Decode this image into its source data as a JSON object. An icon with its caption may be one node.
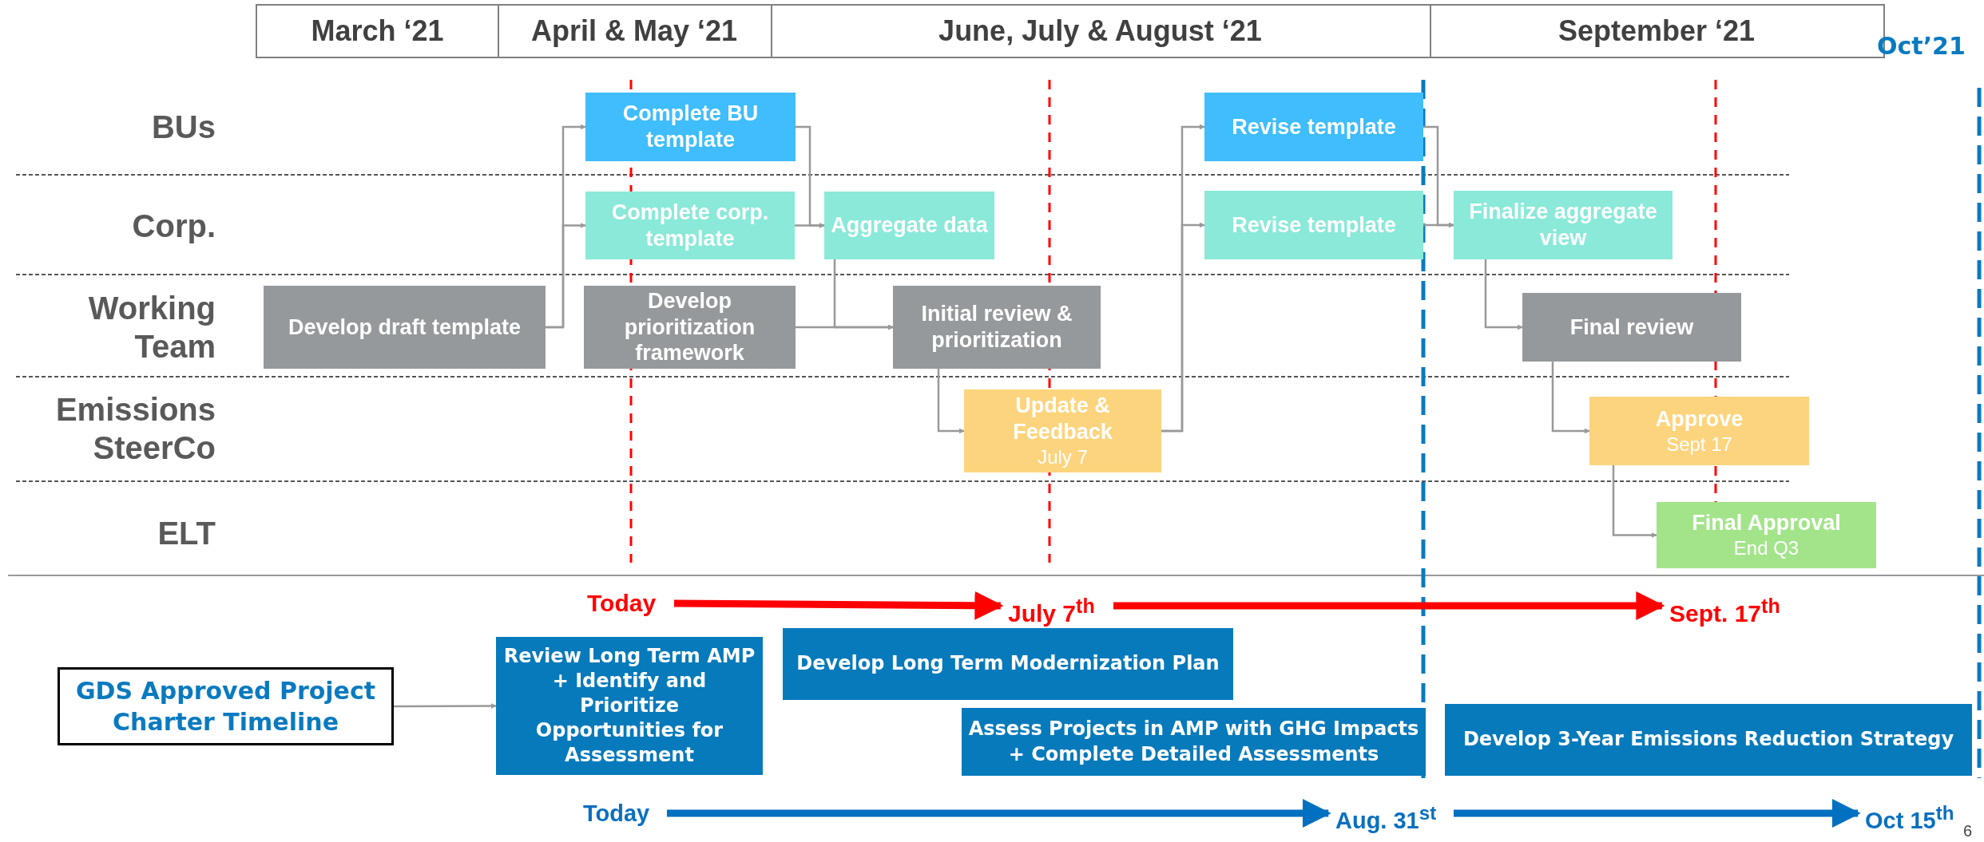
{
  "diagram": {
    "nodes": [
      {
        "text": [
          "Develop draft template"
        ]
      },
      {
        "text": [
          "Complete BU template"
        ]
      },
      {
        "text": [
          "Complete corp. template"
        ]
      },
      {
        "text": [
          "Develop prioritization framework"
        ]
      },
      {
        "text": [
          "Aggregate data"
        ]
      },
      {
        "text": [
          "Initial review & prioritization"
        ]
      },
      {
        "text": [
          "Update & Feedback",
          "July 7"
        ]
      },
      {
        "text": [
          "Revise template"
        ]
      },
      {
        "text": [
          "Revise template"
        ]
      },
      {
        "text": [
          "Finalize aggregate view"
        ]
      },
      {
        "text": [
          "Final review"
        ]
      },
      {
        "text": [
          "Approve",
          "Sept 17"
        ]
      },
      {
        "text": [
          "Final Approval",
          "End Q3"
        ]
      },
      {
        "text": [
          "GDS Approved Project Charter Timeline"
        ]
      },
      {
        "text": [
          "Review Long Term AMP + Identify and Prioritize Opportunities for Assessment"
        ]
      },
      {
        "text": [
          "Develop Long Term Modernization Plan"
        ]
      },
      {
        "text": [
          "Assess Projects in AMP with GHG Impacts + Complete Detailed Assessments"
        ]
      },
      {
        "text": [
          "Develop 3-Year Emissions Reduction Strategy"
        ]
      },
      {
        "text": [
          "Today"
        ]
      },
      {
        "text": [
          "July 7$^{th}$"
        ]
      },
      {
        "text": [
          "Sept. 17$^{th}$"
        ]
      },
      {
        "text": [
          "Today"
        ]
      },
      {
        "text": [
          "Aug. 31$^{st}$"
        ]
      },
      {
        "text": [
          "Oct 15$^{th}$"
        ]
      }
    ],
    "edges": [
      {
        "from": 0,
        "to": 1,
        "arrow": "to"
      },
      {
        "from": 0,
        "to": 2,
        "arrow": "to"
      },
      {
        "from": 1,
        "to": 4,
        "arrow": "to"
      },
      {
        "from": 2,
        "to": 4,
        "arrow": "to"
      },
      {
        "from": 4,
        "to": 5,
        "arrow": "to"
      },
      {
        "from": 3,
        "to": 5,
        "arrow": "to"
      },
      {
        "from": 5,
        "to": 6,
        "arrow": "to"
      },
      {
        "from": 6,
        "to": 7,
        "arrow": "to"
      },
      {
        "from": 6,
        "to": 8,
        "arrow": "to"
      },
      {
        "from": 7,
        "to": 9,
        "arrow": "to"
      },
      {
        "from": 8,
        "to": 9,
        "arrow": "to"
      },
      {
        "from": 9,
        "to": 10,
        "arrow": "to"
      },
      {
        "from": 10,
        "to": 11,
        "arrow": "to"
      },
      {
        "from": 11,
        "to": 12,
        "arrow": "to"
      },
      {
        "from": 13,
        "to": 14,
        "arrow": "to"
      },
      {
        "from": 18,
        "to": 19,
        "arrow": "to",
        "style": "thick",
        "color": "#ff0000"
      },
      {
        "from": 19,
        "to": 20,
        "arrow": "to",
        "style": "thick",
        "color": "#ff0000"
      },
      {
        "from": 21,
        "to": 22,
        "arrow": "to",
        "style": "thick",
        "color": "#0070c0"
      },
      {
        "from": 22,
        "to": 23,
        "arrow": "to",
        "style": "thick",
        "color": "#0070c0"
      }
    ],
    "labels": [
      "March ‘21",
      "April & May ‘21",
      "June, July & August ‘21",
      "September ‘21",
      "Oct’21",
      "BUs",
      "Corp.",
      "Working Team",
      "Emissions SteerCo",
      "ELT",
      "6"
    ]
  }
}
